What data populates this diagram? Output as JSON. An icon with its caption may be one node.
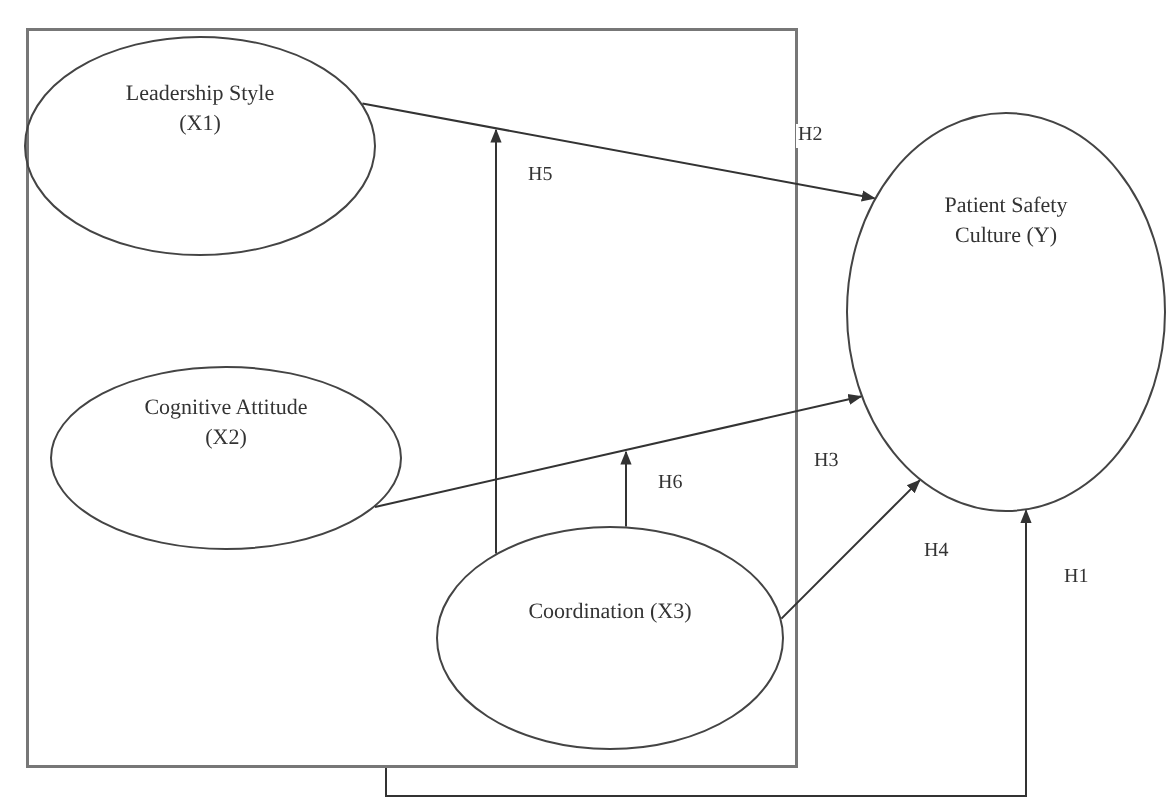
{
  "diagram": {
    "nodes": [
      {
        "text": [],
        "shape": "box"
      },
      {
        "text": [
          "Leadership Style (X1)"
        ],
        "in": 0
      },
      {
        "text": [
          "Cognitive Attitude (X2)"
        ],
        "in": 0
      },
      {
        "text": [
          "Coordination (X3)"
        ],
        "in": 0
      },
      {
        "text": [
          "Patient Safety Culture (Y)"
        ]
      }
    ],
    "edges": [
      {
        "from": 0,
        "to": 4,
        "arrow": "to",
        "label": "H1"
      },
      {
        "from": 1,
        "to": 4,
        "arrow": "to",
        "label": "H2"
      },
      {
        "from": 2,
        "to": 4,
        "arrow": "to",
        "label": "H3"
      },
      {
        "from": 3,
        "to": 4,
        "arrow": "to",
        "label": "H4"
      },
      {
        "from": 3,
        "to": null,
        "arrow": "to",
        "label": "H5"
      },
      {
        "from": 3,
        "to": null,
        "arrow": "to",
        "label": "H6"
      }
    ]
  }
}
